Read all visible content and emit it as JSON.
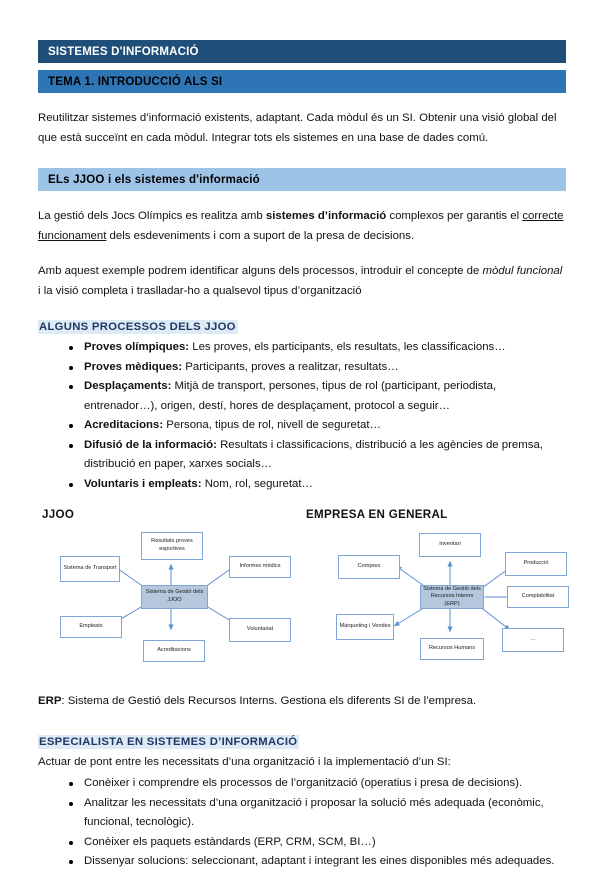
{
  "document": {
    "title_banner": "SISTEMES D'INFORMACIÓ",
    "chapter_banner": "TEMA 1. INTRODUCCIÓ ALS SI",
    "intro_paragraph": "Reutilitzar sistemes d’informació existents, adaptant. Cada mòdul és un SI. Obtenir una visió global del que està succeïnt en cada mòdul. Integrar tots els sistemes en una base de dades comú.",
    "section_banner": "ELs JJOO i els sistemes d'informació"
  },
  "jjoo_section": {
    "para1_a": "La gestió dels Jocs Olímpics es realitza amb ",
    "para1_bold": "sistemes d’informació",
    "para1_b": " complexos per garantis el ",
    "para1_underline": "correcte funcionament",
    "para1_c": " dels esdeveniments i com a suport de la presa de decisions.",
    "para2_a": "Amb aquest exemple podrem identificar alguns dels processos, introduir el concepte de ",
    "para2_italic": "mòdul funcional",
    "para2_b": " i la visió completa i traslladar-ho a qualsevol tipus d’organització",
    "processes_heading": "ALGUNS PROCESSOS DELS JJOO",
    "processes": [
      {
        "term": "Proves olímpiques:",
        "desc": " Les proves, els participants, els resultats, les classificacions…"
      },
      {
        "term": "Proves mèdiques:",
        "desc": " Participants, proves a realitzar, resultats…"
      },
      {
        "term": "Desplaçaments:",
        "desc": " Mitjà de transport, persones, tipus de rol (participant, periodista, entrenador…), origen, destí, hores de desplaçament, protocol a seguir…"
      },
      {
        "term": "Acreditacions:",
        "desc": " Persona, tipus de rol, nivell de seguretat…"
      },
      {
        "term": "Difusió de la informació:",
        "desc": " Resultats i classificacions, distribució a les agències de premsa, distribució en paper, xarxes socials…"
      },
      {
        "term": "Voluntaris i empleats:",
        "desc": " Nom, rol, seguretat…"
      }
    ]
  },
  "diagram_left": {
    "label": "JJOO",
    "hub": "Sistema de Gestió dels JJOO",
    "nodes": [
      "Resultats proves esportives",
      "Sistema de Transport",
      "Informes mèdics",
      "Empleats",
      "Voluntariat",
      "Acreditacions"
    ]
  },
  "diagram_right": {
    "label": "EMPRESA EN GENERAL",
    "hub": "Sistema de Gestió dels Recursos Interns (ERP)",
    "nodes": [
      "Inventari",
      "Compres",
      "Producció",
      "Comptabilitat",
      "Màrqueting i Vendes",
      "Recursos Humans",
      "…"
    ]
  },
  "erp_note": {
    "term": "ERP",
    "text": ": Sistema de Gestió dels Recursos Interns. Gestiona els diferents SI de l’empresa."
  },
  "specialist_section": {
    "heading": "ESPECIALISTA EN SISTEMES D’INFORMACIÓ",
    "intro": "Actuar de pont entre les necessitats d’una organització i la implementació d’un SI:",
    "items": [
      "Conèixer i comprendre els processos de l’organització (operatius i presa de decisions).",
      "Analitzar les necessitats d’una organització i proposar la solució més adequada (econòmic, funcional, tecnològic).",
      "Conèixer els paquets estàndards (ERP, CRM, SCM, BI…)",
      "Dissenyar solucions: seleccionant, adaptant i integrant les eines disponibles més adequades."
    ]
  },
  "colors": {
    "banner_dark": "#1F4E79",
    "banner_mid": "#2E75B6",
    "banner_light": "#9DC3E6",
    "highlight": "#DEEAF6",
    "heading_text": "#1F3864",
    "diagram_border": "#7FA6D6",
    "diagram_hub_fill": "#B4C7DC"
  }
}
